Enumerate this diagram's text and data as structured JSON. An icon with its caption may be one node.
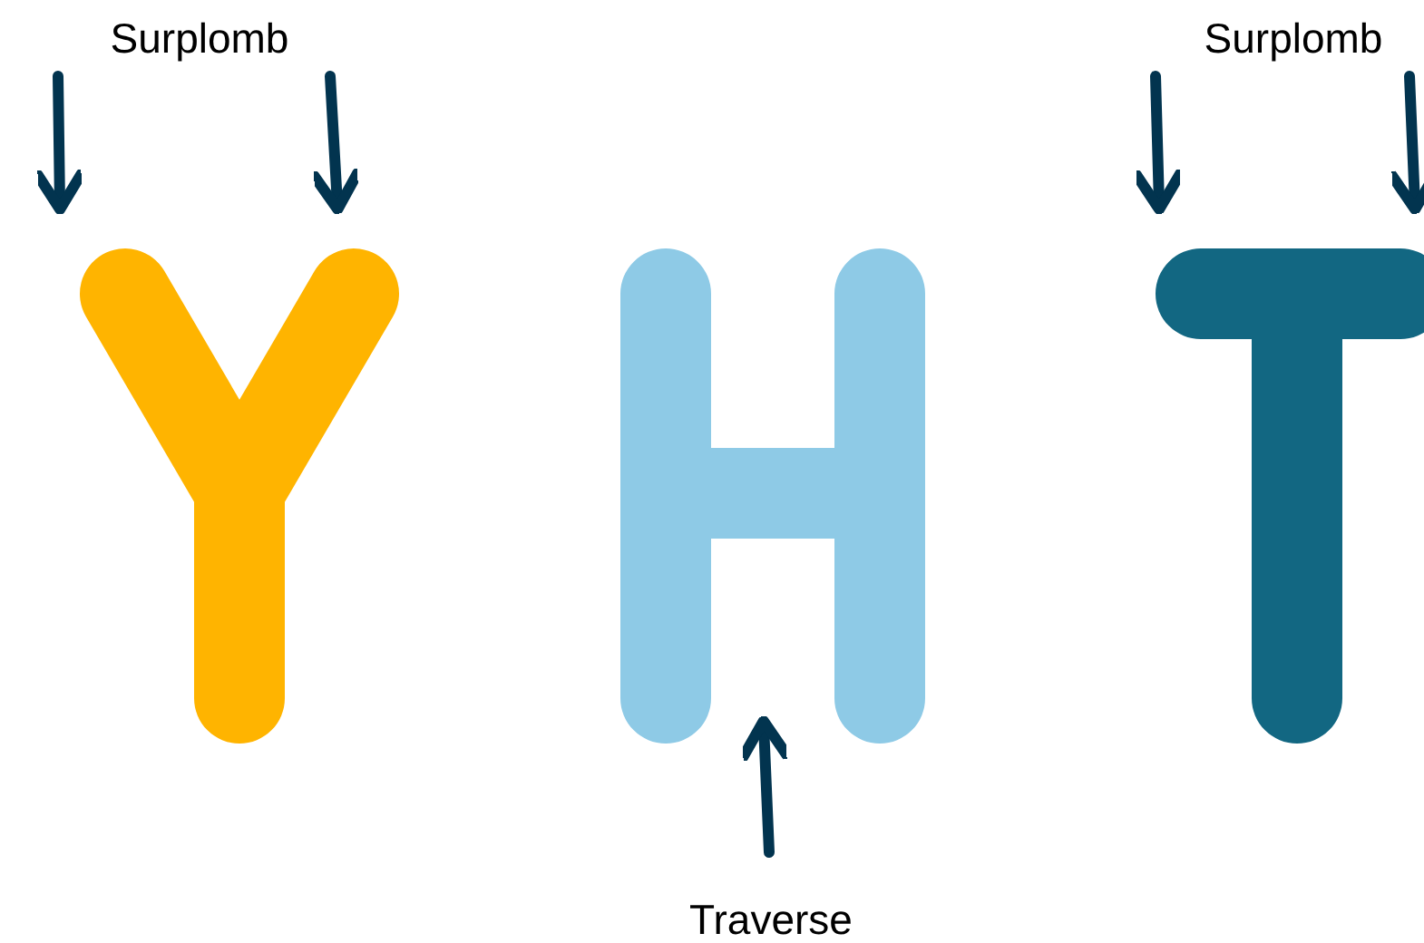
{
  "diagram": {
    "nodes": [
      {
        "text": [
          "Surplomb"
        ]
      },
      {
        "text": [],
        "shape": "drawing"
      },
      {
        "text": [],
        "shape": "drawing"
      },
      {
        "text": [
          "Traverse"
        ]
      },
      {
        "text": [
          "Surplomb"
        ]
      },
      {
        "text": [],
        "shape": "drawing"
      }
    ],
    "edges": [
      {
        "from": 0,
        "to": 1,
        "arrow": "to"
      },
      {
        "from": 0,
        "to": 1,
        "arrow": "to"
      },
      {
        "from": 3,
        "to": 2,
        "arrow": "to"
      },
      {
        "from": 4,
        "to": 5,
        "arrow": "to"
      },
      {
        "from": 4,
        "to": 5,
        "arrow": "to"
      }
    ]
  }
}
